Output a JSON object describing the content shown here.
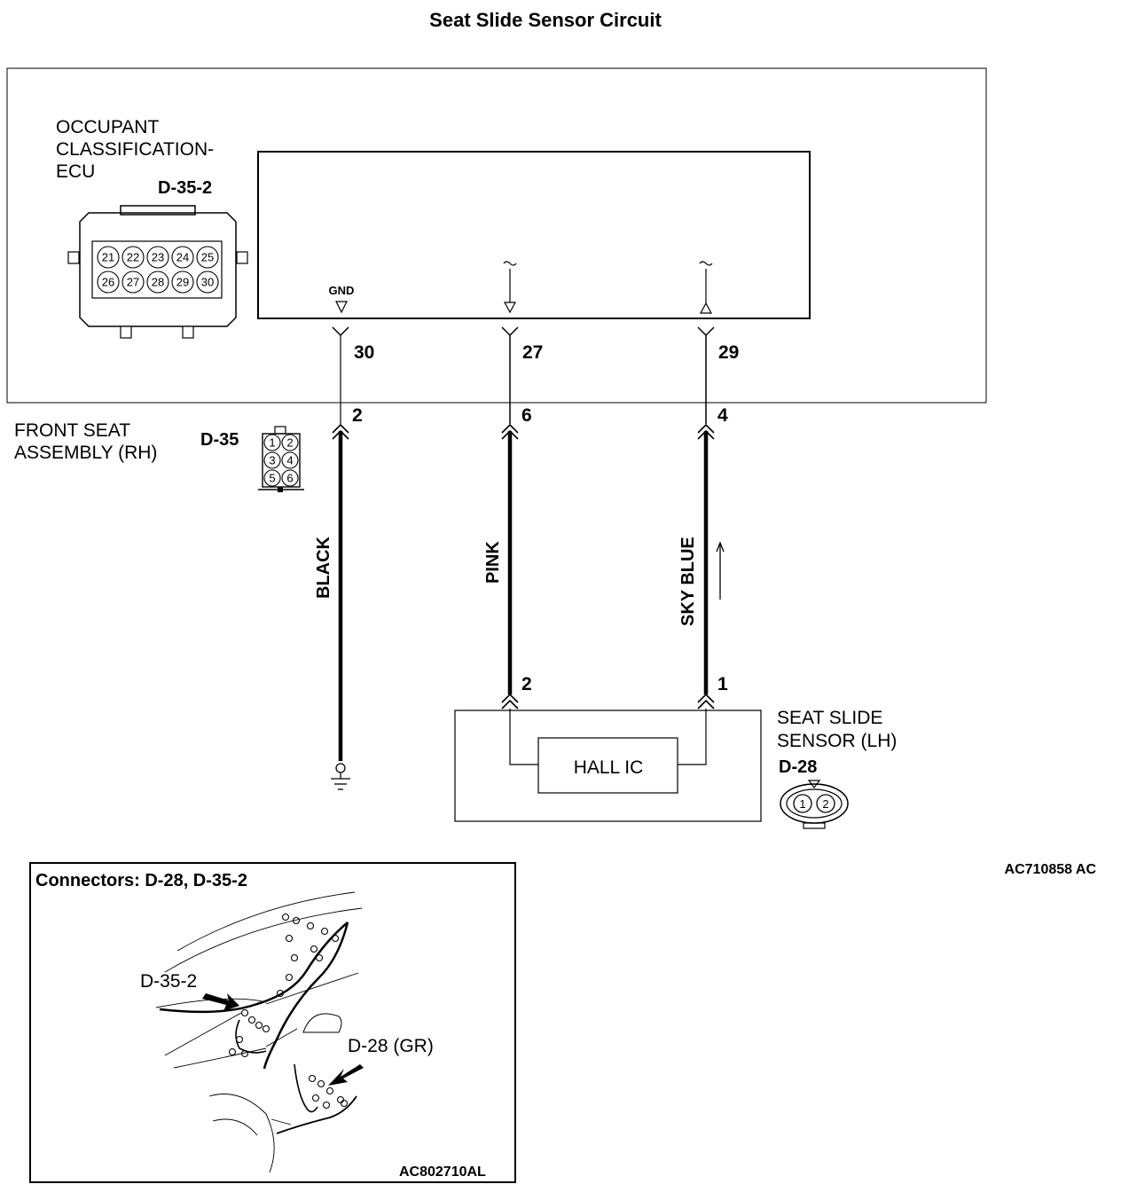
{
  "title": "Seat Slide Sensor Circuit",
  "ecu": {
    "name_lines": [
      "OCCUPANT",
      "CLASSIFICATION-",
      "ECU"
    ],
    "connector_id": "D-35-2",
    "connector_pins_row1": [
      "21",
      "22",
      "23",
      "24",
      "25"
    ],
    "connector_pins_row2": [
      "26",
      "27",
      "28",
      "29",
      "30"
    ],
    "gnd_label": "GND"
  },
  "front_seat": {
    "name_lines": [
      "FRONT SEAT",
      "ASSEMBLY (RH)"
    ],
    "connector_id": "D-35",
    "connector_pins": [
      "1",
      "2",
      "3",
      "4",
      "5",
      "6"
    ]
  },
  "wires": [
    {
      "ecu_pin": "30",
      "seat_pin": "2",
      "color_name": "BLACK",
      "sensor_pin": ""
    },
    {
      "ecu_pin": "27",
      "seat_pin": "6",
      "color_name": "PINK",
      "sensor_pin": "2"
    },
    {
      "ecu_pin": "29",
      "seat_pin": "4",
      "color_name": "SKY BLUE",
      "sensor_pin": "1"
    }
  ],
  "sensor": {
    "name_lines": [
      "SEAT SLIDE",
      "SENSOR (LH)"
    ],
    "connector_id": "D-28",
    "component_label": "HALL IC",
    "connector_pins": [
      "1",
      "2"
    ]
  },
  "diagram_code": "AC710858 AC",
  "inset": {
    "title": "Connectors: D-28, D-35-2",
    "callout_1": "D-35-2",
    "callout_2": "D-28 (GR)",
    "code": "AC802710AL"
  }
}
